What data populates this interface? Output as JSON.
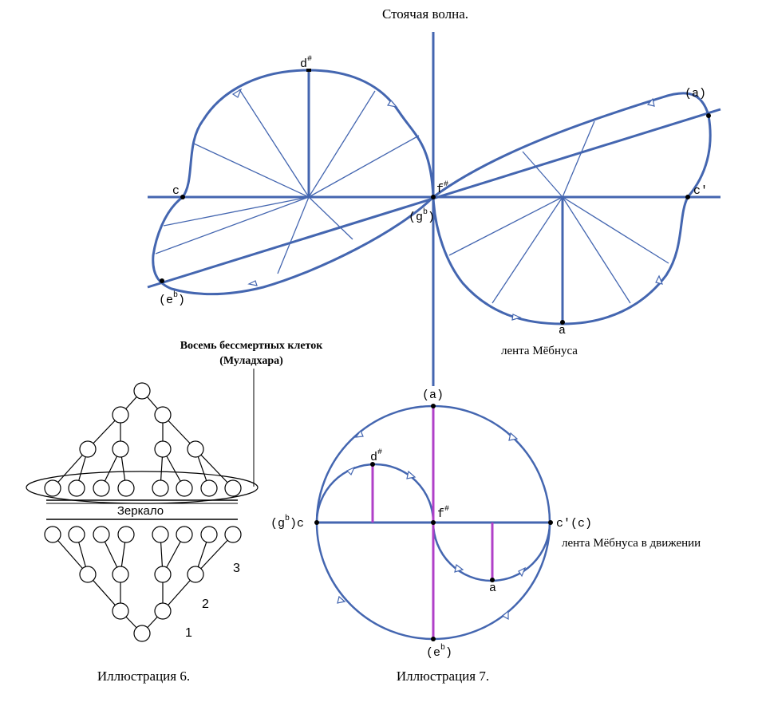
{
  "colors": {
    "blue": "#4466b0",
    "magenta": "#b040c8",
    "black": "#000000",
    "white": "#ffffff"
  },
  "top_figure": {
    "title": "Стоячая волна.",
    "caption": "лента Мёбнуса",
    "labels": {
      "d_sharp": "d",
      "sharp": "#",
      "c": "c",
      "f_sharp": "f",
      "g_flat_open": "(g",
      "flat": "b",
      "close_paren": ")",
      "c_prime": "c'",
      "a_paren": "(a)",
      "e_flat_open": "(e",
      "a": "a"
    }
  },
  "left_figure": {
    "title_line1": "Восемь бессмертных клеток",
    "title_line2": "(Муладхара)",
    "mirror_label": "Зеркало",
    "level_labels": [
      "1",
      "2",
      "3"
    ],
    "caption": "Иллюстрация 6."
  },
  "bottom_figure": {
    "caption_side": "лента Мёбнуса в движении",
    "caption": "Иллюстрация 7.",
    "labels": {
      "a_paren": "(a)",
      "d_sharp": "d",
      "sharp": "#",
      "f_sharp": "f",
      "g_flat_c_open": "(g",
      "flat": "b",
      "g_flat_c_close": ")c",
      "c_prime_c": "c'(c)",
      "a": "a",
      "e_flat_open": "(e",
      "close_paren": ")"
    }
  }
}
